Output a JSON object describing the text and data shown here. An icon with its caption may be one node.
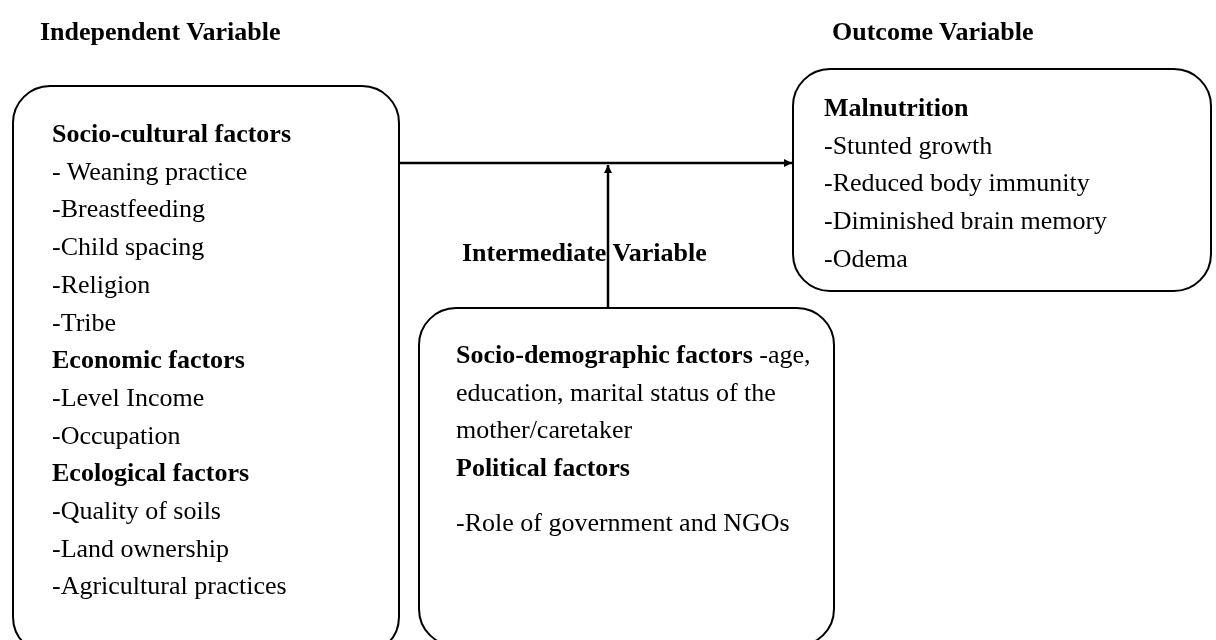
{
  "diagram": {
    "nodes": [
      {
        "text": [
          "Independent Variable",
          "Socio-cultural factors",
          "- Weaning practice",
          "-Breastfeeding",
          "-Child spacing",
          "-Religion",
          "-Tribe",
          "Economic factors",
          "-Level Income",
          "-Occupation",
          "Ecological factors",
          "-Quality of soils",
          "-Land ownership",
          "-Agricultural practices"
        ]
      },
      {
        "text": [
          "Intermediate Variable",
          "**Socio-demographic factors** -age, education, marital status of the mother/caretaker",
          "Political factors",
          "-Role of government and NGOs"
        ]
      },
      {
        "text": [
          "Outcome Variable",
          "Malnutrition",
          "-Stunted growth",
          "-Reduced body immunity",
          "-Diminished brain memory",
          "-Odema"
        ]
      }
    ],
    "edges": [
      {
        "from": 0,
        "to": 2,
        "arrow": "to"
      },
      {
        "from": 1,
        "to": null,
        "arrow": "to"
      }
    ]
  }
}
